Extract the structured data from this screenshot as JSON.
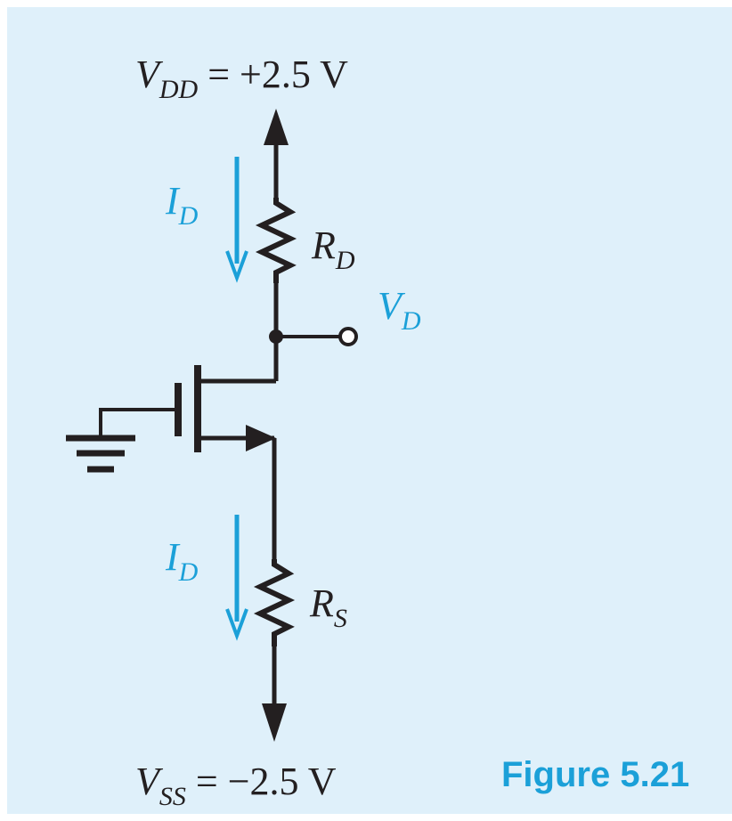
{
  "vdd_label": {
    "symbol": "V",
    "sub": "DD",
    "value": " = +2.5 V"
  },
  "vss_label": {
    "symbol": "V",
    "sub": "SS",
    "value": " = −2.5 V"
  },
  "rd_label": {
    "symbol": "R",
    "sub": "D"
  },
  "rs_label": {
    "symbol": "R",
    "sub": "S"
  },
  "vd_label": {
    "symbol": "V",
    "sub": "D"
  },
  "id_label": {
    "symbol": "I",
    "sub": "D"
  },
  "figure_caption": "Figure 5.21",
  "colors": {
    "wire": "#231f20",
    "accent": "#1ba0d8",
    "background": "#dff0fa"
  }
}
